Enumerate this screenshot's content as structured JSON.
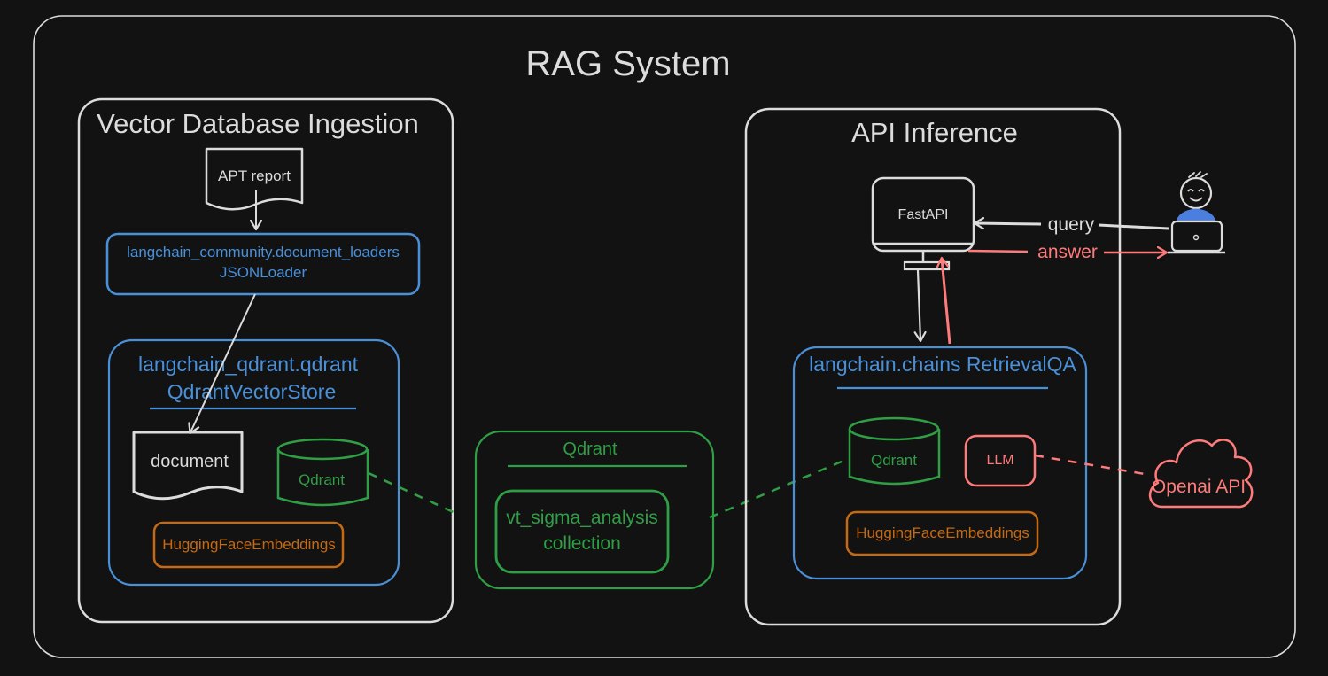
{
  "title": "RAG System",
  "colors": {
    "background": "#121212",
    "white": "#dcdcdc",
    "blue": "#4a90d9",
    "green": "#2f9e44",
    "orange": "#c56a12",
    "red": "#ff7a7a",
    "avatar_blue": "#4a7fe0"
  },
  "ingestion": {
    "title": "Vector Database Ingestion",
    "apt_report": "APT report",
    "loader_line1": "langchain_community.document_loaders",
    "loader_line2": "JSONLoader",
    "store_line1": "langchain_qdrant.qdrant",
    "store_line2": "QdrantVectorStore",
    "document": "document",
    "qdrant": "Qdrant",
    "embeddings": "HuggingFaceEmbeddings"
  },
  "qdrant_center": {
    "title": "Qdrant",
    "collection_line1": "vt_sigma_analysis",
    "collection_line2": "collection"
  },
  "inference": {
    "title": "API Inference",
    "fastapi": "FastAPI",
    "retrieval": "langchain.chains RetrievalQA",
    "qdrant": "Qdrant",
    "llm": "LLM",
    "embeddings": "HuggingFaceEmbeddings"
  },
  "user": {
    "query": "query",
    "answer": "answer",
    "icon": "user-laptop-icon"
  },
  "openai": {
    "label": "Openai API",
    "icon": "cloud-icon"
  }
}
